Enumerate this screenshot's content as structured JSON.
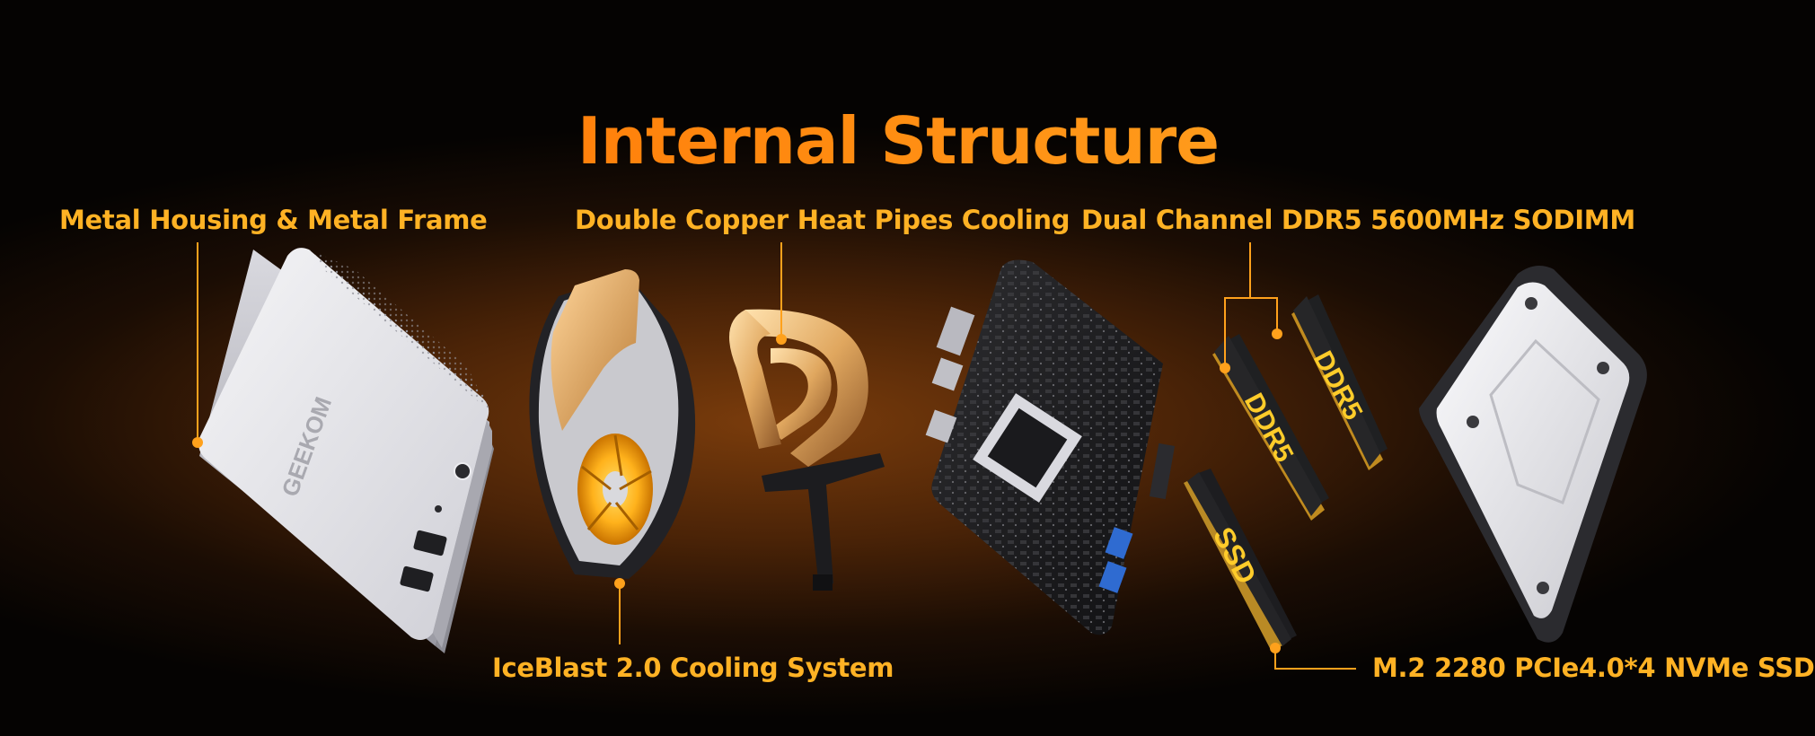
{
  "title": "Internal Structure",
  "labels": {
    "metal_housing": "Metal Housing & Metal Frame",
    "heat_pipes": "Double Copper Heat Pipes Cooling",
    "ddr5": "Dual Channel DDR5 5600MHz SODIMM",
    "iceblast": "IceBlast 2.0 Cooling System",
    "ssd": "M.2 2280 PCIe4.0*4 NVMe SSD"
  },
  "device": {
    "brand_mark": "GEEKOM"
  },
  "modules": {
    "ram": "DDR5",
    "ssd": "SSD"
  },
  "colors": {
    "accent": "#ffb224",
    "title_start": "#ff6a00",
    "title_end": "#ffb22a",
    "background_glow": "#7a3c0c"
  }
}
